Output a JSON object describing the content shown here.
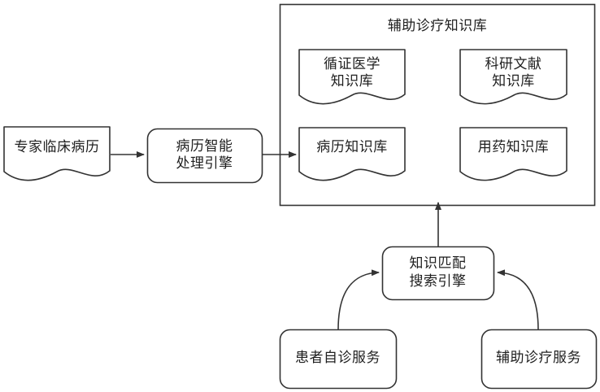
{
  "diagram": {
    "type": "flowchart",
    "background": "#ffffff",
    "stroke_color": "#333333",
    "text_color": "#1f1f1f",
    "group": {
      "title": "辅助诊疗知识库",
      "shape": "rectangle"
    },
    "nodes": [
      {
        "id": "expert-records",
        "label": "专家临床病历",
        "shape": "document"
      },
      {
        "id": "record-engine",
        "label": "病历智能\n处理引擎",
        "shape": "rounded-rect"
      },
      {
        "id": "ebm-kb",
        "label": "循证医学\n知识库",
        "shape": "document"
      },
      {
        "id": "research-kb",
        "label": "科研文献\n知识库",
        "shape": "document"
      },
      {
        "id": "record-kb",
        "label": "病历知识库",
        "shape": "document"
      },
      {
        "id": "medication-kb",
        "label": "用药知识库",
        "shape": "document"
      },
      {
        "id": "match-engine",
        "label": "知识匹配\n搜索引擎",
        "shape": "rounded-rect"
      },
      {
        "id": "self-diagnosis-service",
        "label": "患者自诊服务",
        "shape": "rounded-rect"
      },
      {
        "id": "assist-diagnosis-service",
        "label": "辅助诊疗服务",
        "shape": "rounded-rect"
      }
    ],
    "edges": [
      {
        "from": "expert-records",
        "to": "record-engine",
        "style": "straight-arrow"
      },
      {
        "from": "record-engine",
        "to": "record-kb",
        "style": "straight-arrow"
      },
      {
        "from": "match-engine",
        "to": "group",
        "style": "straight-arrow-up"
      },
      {
        "from": "self-diagnosis-service",
        "to": "match-engine",
        "style": "curved-arrow"
      },
      {
        "from": "assist-diagnosis-service",
        "to": "match-engine",
        "style": "curved-arrow"
      }
    ]
  }
}
